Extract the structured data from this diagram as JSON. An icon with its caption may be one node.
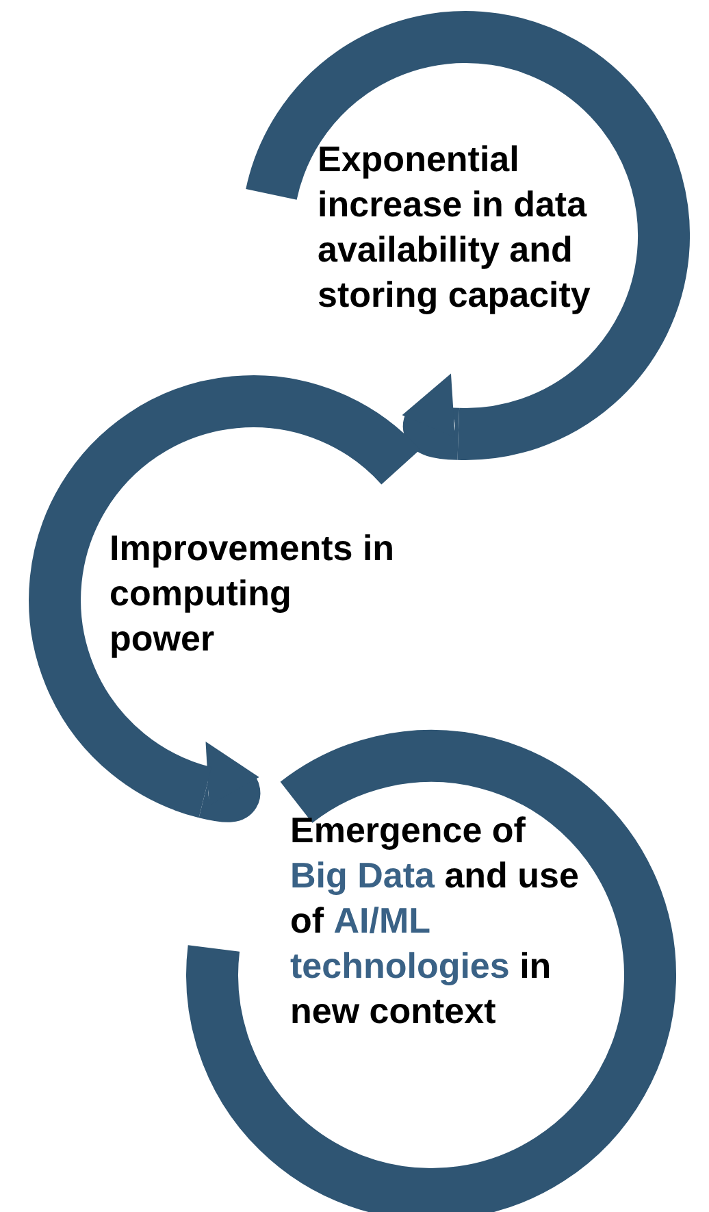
{
  "diagram": {
    "nodes": [
      {
        "text": [
          "Exponential increase in data availability and storing capacity"
        ]
      },
      {
        "text": [
          "Improvements in computing power"
        ]
      },
      {
        "text": [
          "Emergence of **Big Data** and use of **AI/ML technologies** in new context"
        ]
      }
    ],
    "edges": [
      {
        "from": 0,
        "to": 1,
        "arrow": "to"
      },
      {
        "from": 1,
        "to": 2,
        "arrow": "to"
      }
    ]
  }
}
